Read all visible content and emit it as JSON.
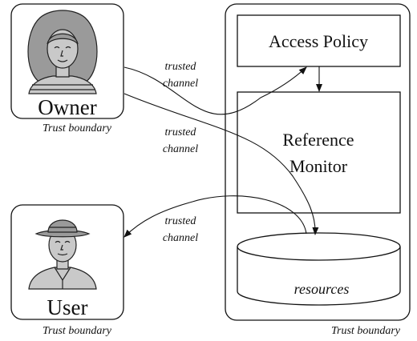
{
  "owner": {
    "label": "Owner"
  },
  "user": {
    "label": "User"
  },
  "boundaries": {
    "owner": "Trust boundary",
    "user": "Trust boundary",
    "system": "Trust boundary"
  },
  "system": {
    "access_policy": "Access Policy",
    "reference_monitor_line1": "Reference",
    "reference_monitor_line2": "Monitor",
    "resources": "resources"
  },
  "channels": [
    {
      "line1": "trusted",
      "line2": "channel"
    },
    {
      "line1": "trusted",
      "line2": "channel"
    },
    {
      "line1": "trusted",
      "line2": "channel"
    }
  ]
}
